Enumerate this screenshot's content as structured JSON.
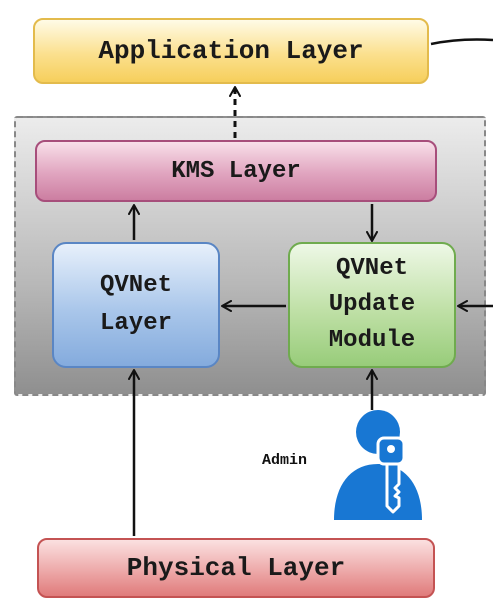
{
  "diagram": {
    "layers": {
      "application": "Application Layer",
      "kms": "KMS Layer",
      "qvnet": [
        "QVNet",
        "Layer"
      ],
      "update_module": [
        "QVNet",
        "Update",
        "Module"
      ],
      "physical": "Physical Layer"
    },
    "actor": {
      "label": "Admin",
      "icon": "admin-user-key-icon"
    },
    "colors": {
      "application": "#f6cf5c",
      "kms": "#cc7ea1",
      "qvnet": "#84abdd",
      "update_module": "#98cc7a",
      "physical": "#e07b7b",
      "admin": "#1877d3"
    },
    "edges": [
      {
        "from": "KMS Layer",
        "to": "Application Layer",
        "style": "dashed"
      },
      {
        "from": "QVNet Layer",
        "to": "KMS Layer",
        "style": "solid"
      },
      {
        "from": "KMS Layer",
        "to": "QVNet Update Module",
        "style": "solid"
      },
      {
        "from": "QVNet Update Module",
        "to": "QVNet Layer",
        "style": "solid"
      },
      {
        "from": "Physical Layer",
        "to": "QVNet Layer",
        "style": "solid"
      },
      {
        "from": "Admin",
        "to": "QVNet Update Module",
        "style": "solid"
      }
    ]
  }
}
